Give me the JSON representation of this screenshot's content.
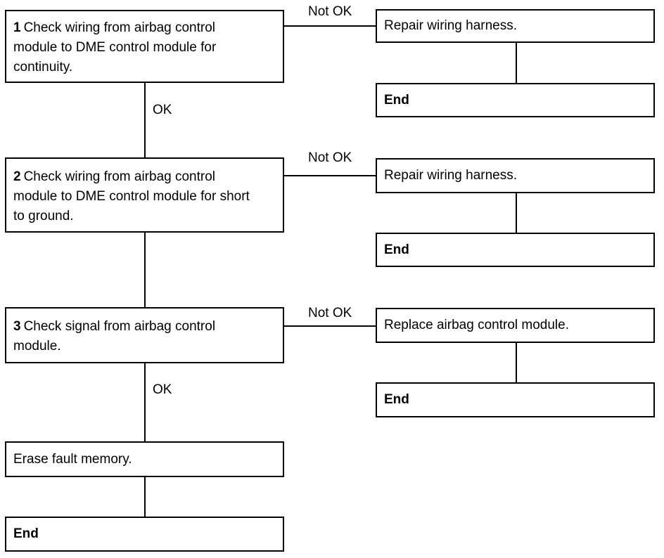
{
  "steps": [
    {
      "num": "1",
      "text": "Check wiring from airbag control module to DME control module for continuity.",
      "line1": "Check wiring from airbag control",
      "line2": "module to DME control module for",
      "line3": "continuity."
    },
    {
      "num": "2",
      "text": "Check wiring from airbag control module to DME control module for short to ground.",
      "line1": "Check wiring from airbag control",
      "line2": "module to DME control module for short",
      "line3": "to ground."
    },
    {
      "num": "3",
      "text": "Check signal from airbag control module.",
      "line1": "Check signal from airbag control",
      "line2": "module."
    }
  ],
  "actions": [
    {
      "text": "Repair wiring harness.",
      "end": "End"
    },
    {
      "text": "Repair wiring harness.",
      "end": "End"
    },
    {
      "text": "Replace airbag control module.",
      "end": "End"
    }
  ],
  "final": {
    "text": "Erase fault memory.",
    "end": "End"
  },
  "labels": {
    "ok": "OK",
    "not_ok": "Not OK"
  }
}
